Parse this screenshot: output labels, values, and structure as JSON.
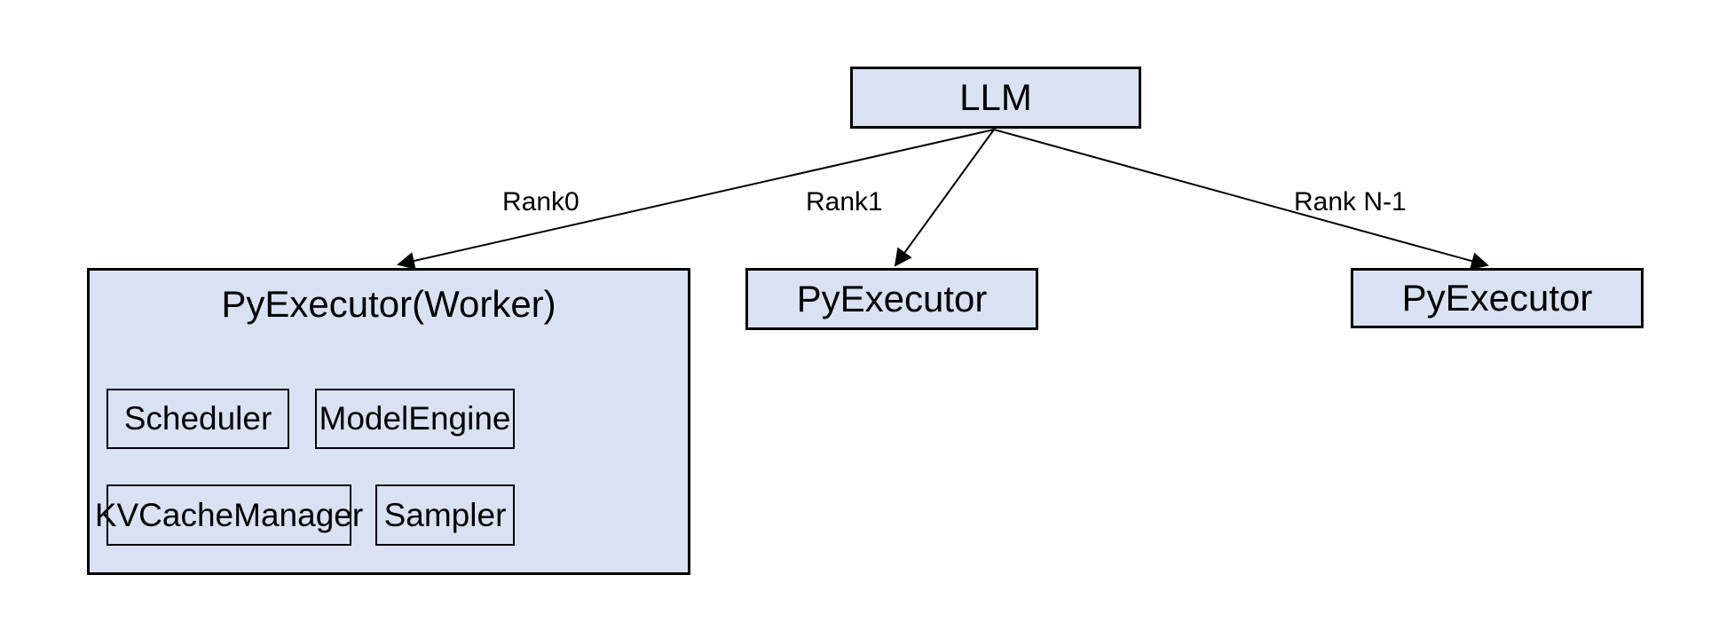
{
  "diagram": {
    "type": "architecture-tree",
    "colors": {
      "node_fill": "#d9e2f3",
      "node_border": "#000000",
      "text": "#000000",
      "arrow": "#000000",
      "background": "#ffffff"
    },
    "nodes": {
      "llm": {
        "label": "LLM"
      },
      "worker": {
        "label": "PyExecutor(Worker)"
      },
      "scheduler": {
        "label": "Scheduler"
      },
      "model_engine": {
        "label": "ModelEngine"
      },
      "kv_cache_manager": {
        "label": "KVCacheManager"
      },
      "sampler": {
        "label": "Sampler"
      },
      "py_executor_rank1": {
        "label": "PyExecutor"
      },
      "py_executor_rank_n": {
        "label": "PyExecutor"
      }
    },
    "edges": [
      {
        "from": "llm",
        "to": "worker",
        "label": "Rank0"
      },
      {
        "from": "llm",
        "to": "py_executor_rank1",
        "label": "Rank1"
      },
      {
        "from": "llm",
        "to": "py_executor_rank_n",
        "label": "Rank N-1"
      }
    ]
  }
}
